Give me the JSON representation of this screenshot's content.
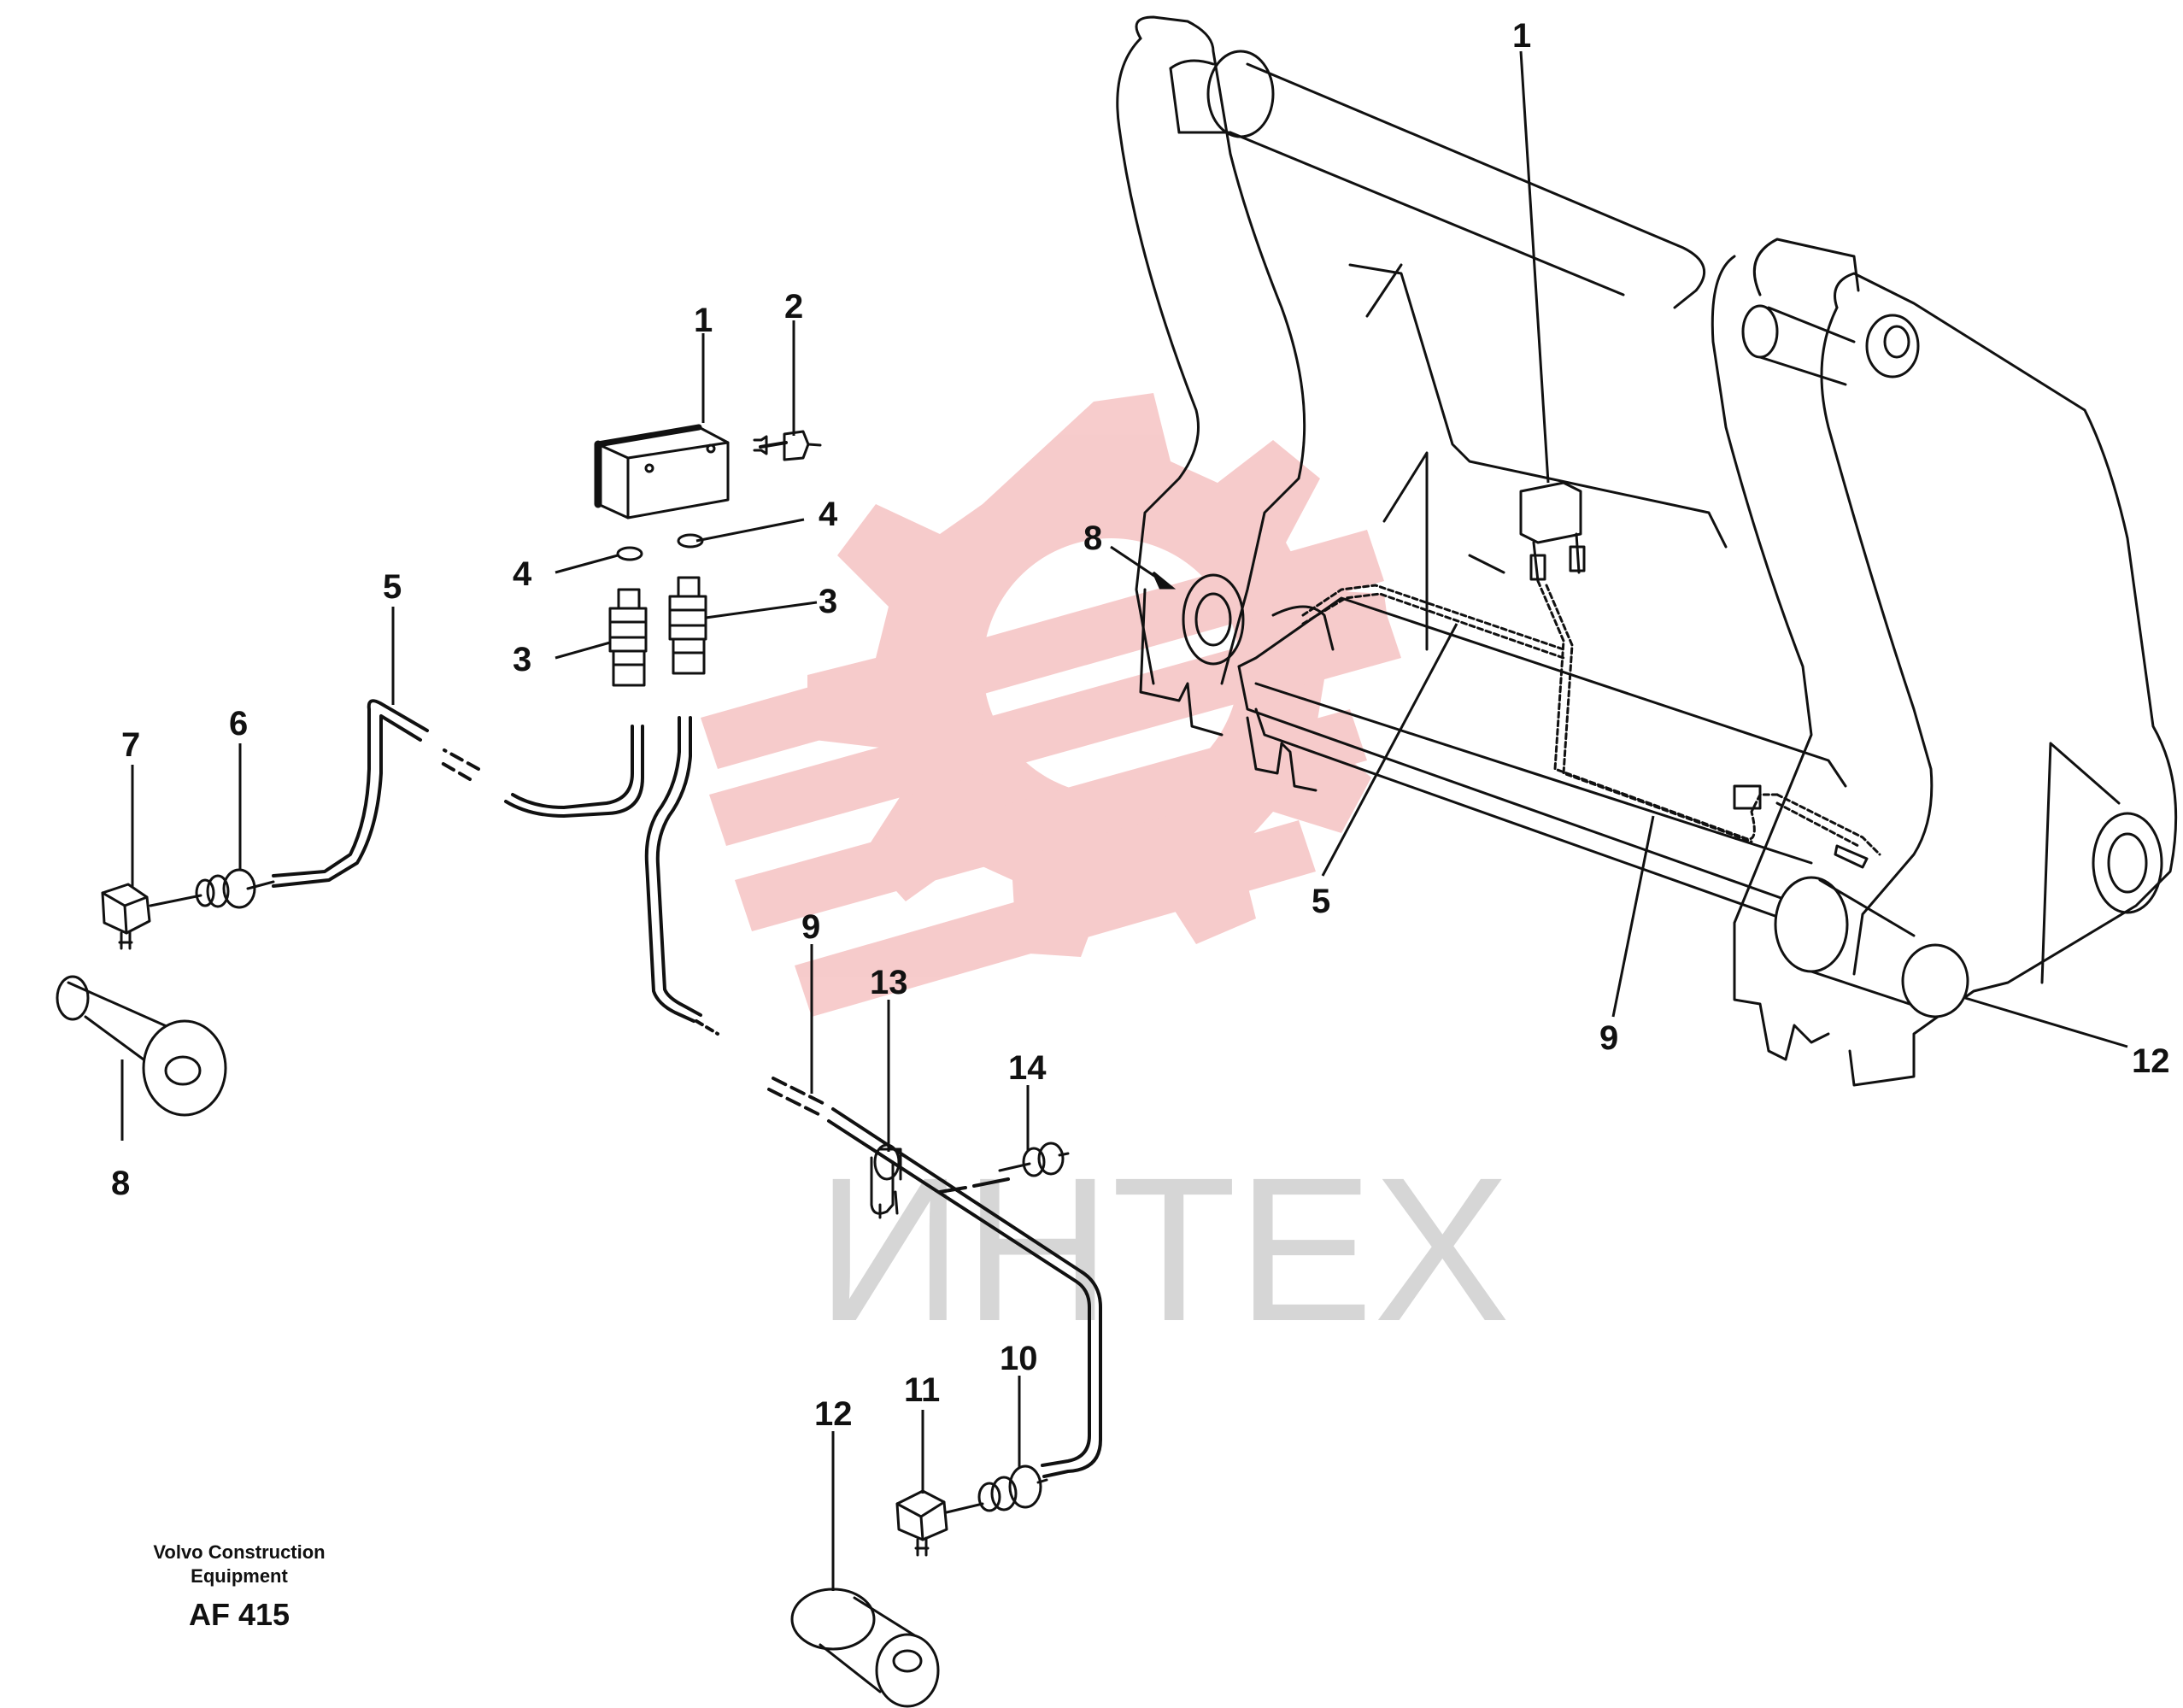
{
  "watermark": {
    "text": "ИНТЕХ",
    "logo_color": "#f4c2c2",
    "text_color": "#cfcfcf"
  },
  "caption": {
    "line1": "Volvo Construction",
    "line2": "Equipment",
    "reference": "AF 415"
  },
  "callouts": [
    "1",
    "2",
    "3",
    "3",
    "4",
    "4",
    "5",
    "6",
    "7",
    "8",
    "9",
    "13",
    "14",
    "11",
    "10",
    "12",
    "1",
    "8",
    "5",
    "9",
    "12"
  ]
}
